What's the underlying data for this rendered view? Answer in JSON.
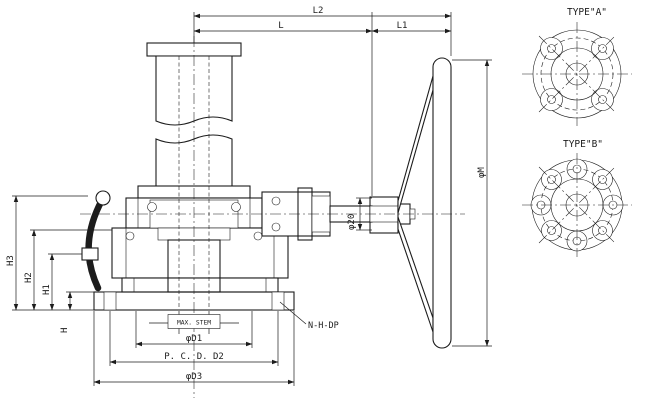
{
  "drawing": {
    "views": {
      "title_a": "TYPE\"A\"",
      "title_b": "TYPE\"B\""
    },
    "dims": {
      "L2": "L2",
      "L": "L",
      "L1": "L1",
      "H": "H",
      "H1": "H1",
      "H2": "H2",
      "H3": "H3",
      "phiM": "φM",
      "phiShaft": "φ20",
      "maxStem": "MAX. STEM",
      "phiD1": "φD1",
      "pcd": "P. C. D. D2",
      "phiD3": "φD3",
      "nhdp": "N-H-DP"
    },
    "colors": {
      "ink": "#1c1c1c",
      "background": "#ffffff"
    }
  }
}
